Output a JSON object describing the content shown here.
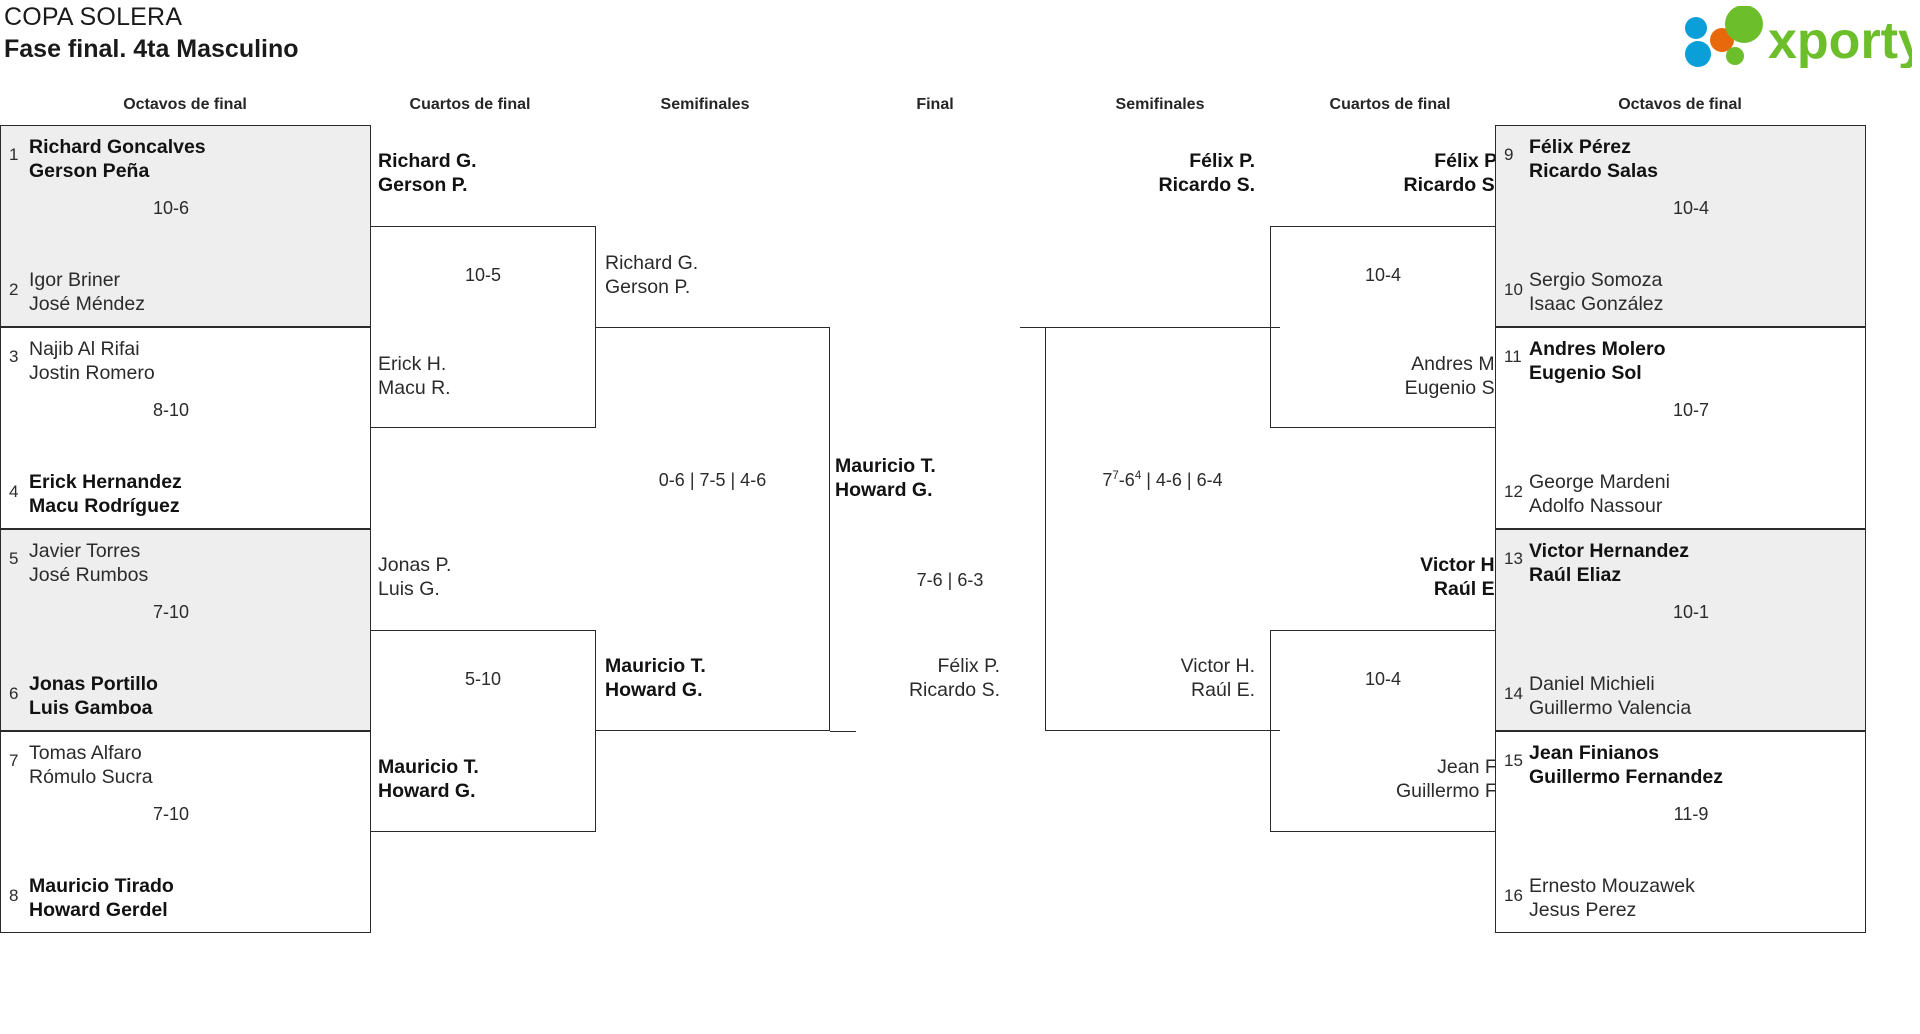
{
  "header": {
    "tournament": "COPA SOLERA",
    "phase": "Fase final. 4ta Masculino",
    "logo_text": "xporty",
    "logo_green": "#6cbe2b",
    "logo_blue": "#0a9fd8",
    "logo_orange": "#e8690b"
  },
  "round_headers": [
    {
      "label": "Octavos de final"
    },
    {
      "label": "Cuartos de final"
    },
    {
      "label": "Semifinales"
    },
    {
      "label": "Final"
    },
    {
      "label": "Semifinales"
    },
    {
      "label": "Cuartos de final"
    },
    {
      "label": "Octavos de final"
    }
  ],
  "left": {
    "octavos": [
      {
        "seed": "1",
        "p1": "Richard Goncalves",
        "p2": "Gerson Peña",
        "winner": true,
        "shaded": true
      },
      {
        "seed": "2",
        "p1": "Igor Briner",
        "p2": "José Méndez",
        "winner": false,
        "shaded": true
      },
      {
        "seed": "3",
        "p1": "Najib Al Rifai",
        "p2": "Jostin Romero",
        "winner": false,
        "shaded": false
      },
      {
        "seed": "4",
        "p1": "Erick Hernandez",
        "p2": "Macu Rodríguez",
        "winner": true,
        "shaded": false
      },
      {
        "seed": "5",
        "p1": "Javier Torres",
        "p2": "José Rumbos",
        "winner": false,
        "shaded": true
      },
      {
        "seed": "6",
        "p1": "Jonas Portillo",
        "p2": "Luis Gamboa",
        "winner": true,
        "shaded": true
      },
      {
        "seed": "7",
        "p1": "Tomas Alfaro",
        "p2": "Rómulo Sucra",
        "winner": false,
        "shaded": false
      },
      {
        "seed": "8",
        "p1": "Mauricio Tirado",
        "p2": "Howard Gerdel",
        "winner": true,
        "shaded": false
      }
    ],
    "octavos_scores": [
      "10-6",
      "8-10",
      "7-10",
      "7-10"
    ],
    "cuartos": [
      {
        "p1": "Richard G.",
        "p2": "Gerson P.",
        "winner": true
      },
      {
        "p1": "Erick H.",
        "p2": "Macu R.",
        "winner": false
      },
      {
        "p1": "Jonas P.",
        "p2": "Luis G.",
        "winner": false
      },
      {
        "p1": "Mauricio T.",
        "p2": "Howard G.",
        "winner": true
      }
    ],
    "cuartos_scores": [
      "10-5",
      "5-10"
    ],
    "semis": [
      {
        "p1": "Richard G.",
        "p2": "Gerson P.",
        "winner": false
      },
      {
        "p1": "Mauricio T.",
        "p2": "Howard G.",
        "winner": true
      }
    ],
    "semis_scores": [
      "0-6 | 7-5 | 4-6"
    ]
  },
  "final": {
    "top": {
      "p1": "Mauricio T.",
      "p2": "Howard G.",
      "winner": true
    },
    "bottom": {
      "p1": "Félix P.",
      "p2": "Ricardo S.",
      "winner": false
    },
    "score": "7-6 | 6-3"
  },
  "right": {
    "semis": [
      {
        "p1": "Félix P.",
        "p2": "Ricardo S.",
        "winner": true
      },
      {
        "p1": "Victor H.",
        "p2": "Raúl E.",
        "winner": false
      }
    ],
    "semis_score_parts": [
      {
        "main": "7",
        "sup": "7"
      },
      {
        "main": "-6",
        "sup": "4"
      },
      {
        "main": " | 4-6 | 6-4",
        "sup": ""
      }
    ],
    "semis_score_plain": "7⁷-6⁴ | 4-6 | 6-4",
    "cuartos": [
      {
        "p1": "Félix P.",
        "p2": "Ricardo S.",
        "winner": true
      },
      {
        "p1": "Andres M.",
        "p2": "Eugenio S.",
        "winner": false
      },
      {
        "p1": "Victor H.",
        "p2": "Raúl E.",
        "winner": true
      },
      {
        "p1": "Jean F.",
        "p2": "Guillermo F.",
        "winner": false
      }
    ],
    "cuartos_scores": [
      "10-4",
      "10-4"
    ],
    "octavos": [
      {
        "seed": "9",
        "p1": "Félix Pérez",
        "p2": "Ricardo Salas",
        "winner": true,
        "shaded": true
      },
      {
        "seed": "10",
        "p1": "Sergio Somoza",
        "p2": "Isaac González",
        "winner": false,
        "shaded": true
      },
      {
        "seed": "11",
        "p1": "Andres Molero",
        "p2": "Eugenio Sol",
        "winner": true,
        "shaded": false
      },
      {
        "seed": "12",
        "p1": "George Mardeni",
        "p2": "Adolfo Nassour",
        "winner": false,
        "shaded": false
      },
      {
        "seed": "13",
        "p1": "Victor Hernandez",
        "p2": "Raúl Eliaz",
        "winner": true,
        "shaded": true
      },
      {
        "seed": "14",
        "p1": "Daniel Michieli",
        "p2": "Guillermo Valencia",
        "winner": false,
        "shaded": true
      },
      {
        "seed": "15",
        "p1": "Jean Finianos",
        "p2": "Guillermo Fernandez",
        "winner": true,
        "shaded": false
      },
      {
        "seed": "16",
        "p1": "Ernesto Mouzawek",
        "p2": "Jesus Perez",
        "winner": false,
        "shaded": false
      }
    ],
    "octavos_scores": [
      "10-4",
      "10-7",
      "10-1",
      "11-9"
    ]
  }
}
